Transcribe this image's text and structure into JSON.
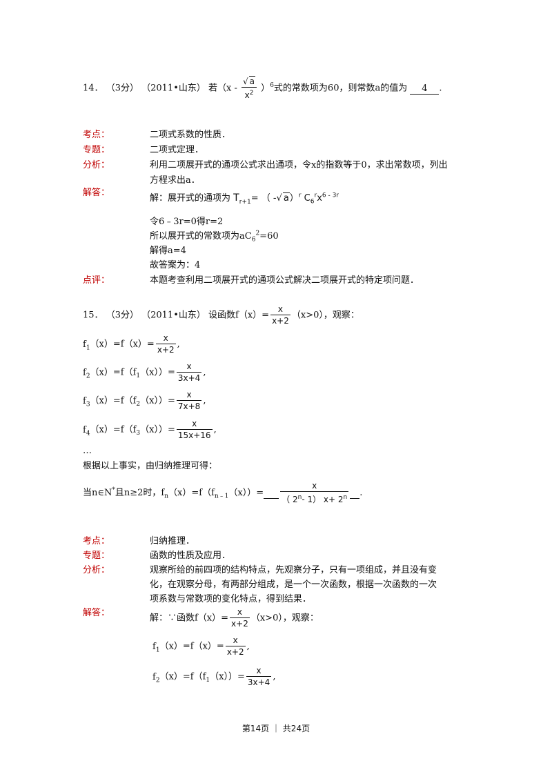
{
  "q14": {
    "number": "14．",
    "score": "（3分）",
    "source": "（2011•山东）",
    "stem_pre": "若（x -",
    "frac_num": "a",
    "frac_den": "x",
    "frac_den_exp": "2",
    "exp6": "6",
    "stem_post": "式的常数项为60，则常数a的值为",
    "answer": "4",
    "end": "."
  },
  "q14_analysis": {
    "kaodian_label": "考点：",
    "kaodian": "二项式系数的性质．",
    "zhuanti_label": "专题：",
    "zhuanti": "二项式定理．",
    "fenxi_label": "分析：",
    "fenxi_line1": "利用二项展开式的通项公式求出通项，令x的指数等于0，求出常数项，列出",
    "fenxi_line2": "方程求出a．",
    "jieda_label": "解答：",
    "jieda_pre": "解：展开式的通项为",
    "t_sub": "r+1",
    "t_mid": "= （ -",
    "t_r": "r",
    "c_sub": "6",
    "c_sup": "r",
    "x_exp": "6 - 3r",
    "step1": "令6﹣3r=0得r=2",
    "step2_pre": "所以展开式的常数项为aC",
    "step2_sub": "6",
    "step2_sup": "2",
    "step2_post": "=60",
    "step3": "解得a=4",
    "step4": "故答案为：4",
    "dianping_label": "点评：",
    "dianping": "本题考查利用二项展开式的通项公式解决二项展开式的特定项问题．"
  },
  "q15": {
    "number": "15．",
    "score": "（3分）",
    "source": "（2011•山东）",
    "stem_pre": "设函数f（x）=",
    "frac_num": "x",
    "frac_den": "x+2",
    "stem_post": "（x>0），观察：",
    "f1_left": "（x）=f（x）=",
    "f1_num": "x",
    "f1_den": "x+2",
    "f2_left_a": "（x）=f（f",
    "f2_left_b": "（x））=",
    "f2_num": "x",
    "f2_den": "3x+4",
    "f3_num": "x",
    "f3_den": "7x+8",
    "f4_num": "x",
    "f4_den": "15x+16",
    "comma": ",",
    "ellipsis": "…",
    "induction": "根据以上事实，由归纳推理可得：",
    "when_pre": "当n∈N",
    "when_star": "*",
    "when_mid": "且n≥2时，f",
    "when_n": "n",
    "when_mid2": "（x）=f（f",
    "when_n1": "n﹣1",
    "when_post": "（x））=",
    "ans_num": "x",
    "ans_den_a": "（ 2",
    "ans_den_n": "n",
    "ans_den_b": "- 1） x+ 2",
    "ans_den_n2": "n",
    "end": "."
  },
  "q15_analysis": {
    "kaodian_label": "考点：",
    "kaodian": "归纳推理．",
    "zhuanti_label": "专题：",
    "zhuanti": "函数的性质及应用．",
    "fenxi_label": "分析：",
    "fenxi_line1": "观察所给的前四项的结构特点，先观察分子，只有一项组成，并且没有变",
    "fenxi_line2": "化，在观察分母，有两部分组成，是一个一次函数，根据一次函数的一次",
    "fenxi_line3": "项系数与常数项的变化特点，得到结果．",
    "jieda_label": "解答：",
    "jieda_pre": "解：∵函数f（x）=",
    "jieda_num": "x",
    "jieda_den": "x+2",
    "jieda_post": "（x>0），观察：",
    "f1_left": "（x）=f（x）=",
    "f1_num": "x",
    "f1_den": "x+2",
    "f2_left_a": "（x）=f（f",
    "f2_left_b": "（x））=",
    "f2_num": "x",
    "f2_den": "3x+4"
  },
  "footer": {
    "text": "第14页 ｜ 共24页"
  }
}
